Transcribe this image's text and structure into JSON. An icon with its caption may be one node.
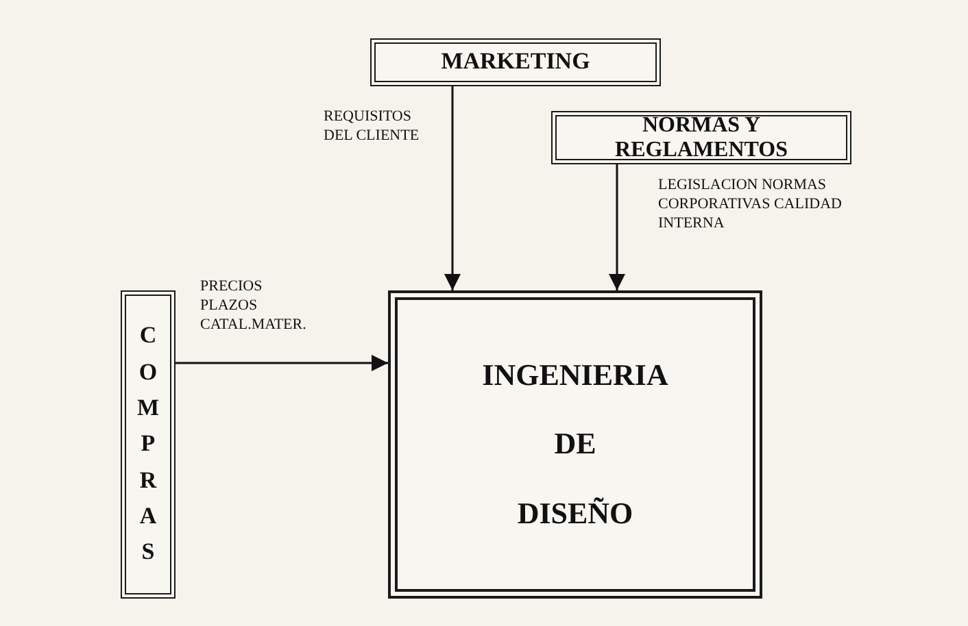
{
  "diagram": {
    "nodes": [
      {
        "text": [
          "MARKETING"
        ]
      },
      {
        "text": [
          "NORMAS Y REGLAMENTOS"
        ]
      },
      {
        "text": [
          "COMPRAS"
        ]
      },
      {
        "text": [
          "INGENIERIA",
          "DE",
          "DISEÑO"
        ]
      }
    ],
    "edges": [
      {
        "from": 0,
        "to": 3,
        "arrow": "to",
        "label": "REQUISITOS DEL CLIENTE"
      },
      {
        "from": 1,
        "to": 3,
        "arrow": "to",
        "label": "LEGISLACION NORMAS CORPORATIVAS CALIDAD INTERNA"
      },
      {
        "from": 2,
        "to": 3,
        "arrow": "to",
        "label": "PRECIOS PLAZOS CATAL.MATER."
      }
    ]
  }
}
